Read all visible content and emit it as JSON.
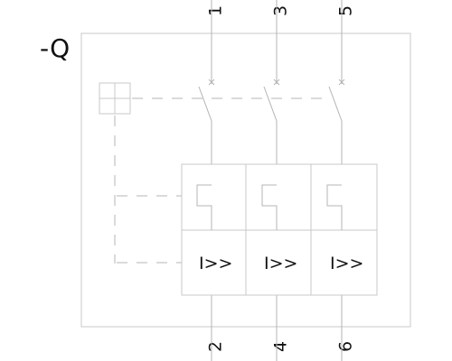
{
  "device": {
    "designation": "-Q",
    "top_terminals": [
      "1",
      "3",
      "5"
    ],
    "bottom_terminals": [
      "2",
      "4",
      "6"
    ],
    "trip_labels": [
      "I>>",
      "I>>",
      "I>>"
    ]
  }
}
